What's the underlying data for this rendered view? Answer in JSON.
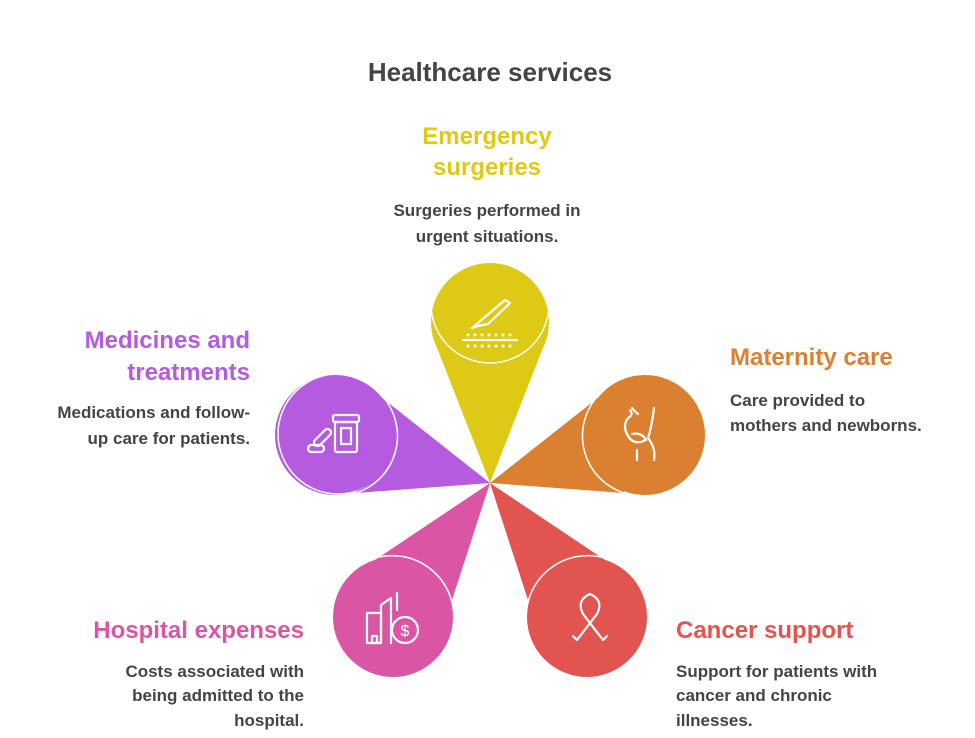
{
  "title": "Healthcare services",
  "colors": {
    "emergency": "#DDC916",
    "medicines": "#B55BE0",
    "maternity": "#DB8030",
    "hospital": "#DB55A5",
    "cancer": "#E25450",
    "text": "#444444"
  },
  "items": {
    "emergency": {
      "heading": [
        "Emergency",
        "surgeries"
      ],
      "desc": [
        "Surgeries performed in",
        "urgent situations."
      ],
      "icon": "scalpel-icon"
    },
    "medicines": {
      "heading": [
        "Medicines and",
        "treatments"
      ],
      "desc": [
        "Medications and follow-",
        "up care for patients."
      ],
      "icon": "pill-bottle-icon"
    },
    "maternity": {
      "heading": [
        "Maternity care"
      ],
      "desc": [
        "Care provided to",
        "mothers and newborns."
      ],
      "icon": "pregnant-icon"
    },
    "hospital": {
      "heading": [
        "Hospital expenses"
      ],
      "desc": [
        "Costs associated with",
        "being admitted to the",
        "hospital."
      ],
      "icon": "hospital-cost-icon"
    },
    "cancer": {
      "heading": [
        "Cancer support"
      ],
      "desc": [
        "Support for patients with",
        "cancer and chronic",
        "illnesses."
      ],
      "icon": "ribbon-icon"
    }
  }
}
